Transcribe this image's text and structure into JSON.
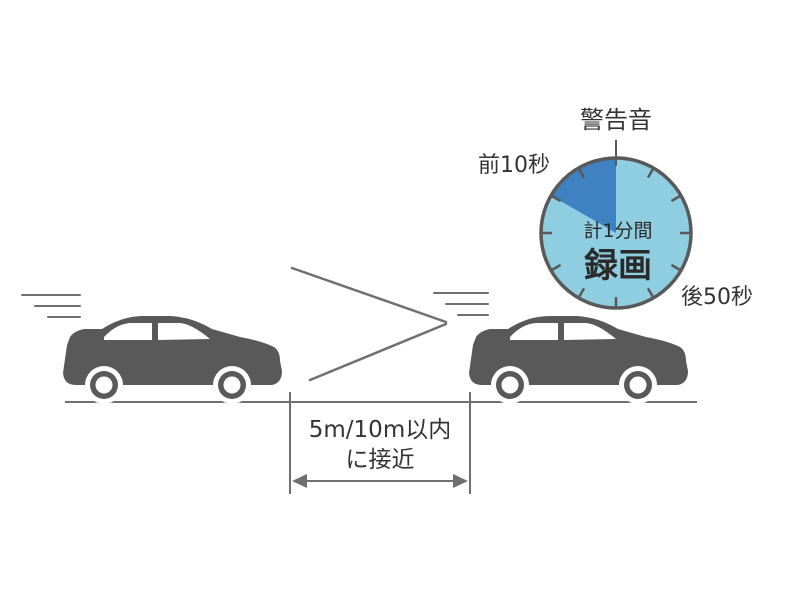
{
  "clock": {
    "top_label": "警告音",
    "before_label": "前10秒",
    "after_label": "後50秒",
    "center_line1": "計1分間",
    "center_line2": "録画",
    "before_seconds": 10,
    "after_seconds": 50,
    "colors": {
      "before_segment": "#3e82c3",
      "after_segment": "#8fcde0",
      "ring": "#595959"
    }
  },
  "distance": {
    "line1": "5m/10m以内",
    "line2": "に接近"
  },
  "colors": {
    "car": "#595959",
    "window": "#ffffff",
    "road": "#6f6f6f"
  }
}
